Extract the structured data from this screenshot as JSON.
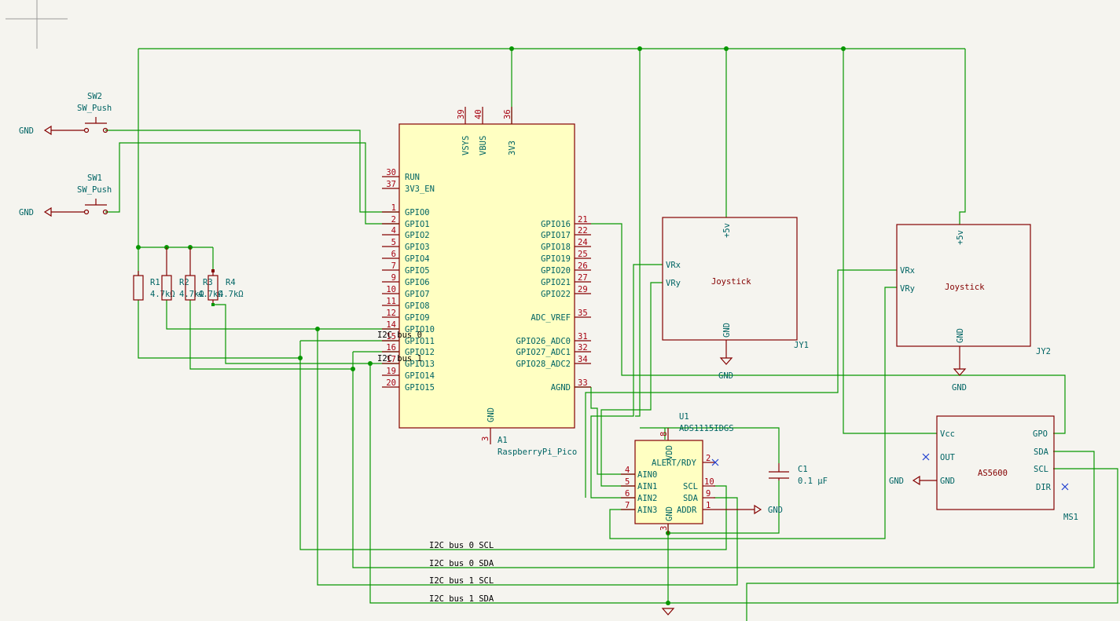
{
  "schematic": {
    "power_symbols": {
      "gnd_label": "GND",
      "vcc_label": "+5v"
    },
    "switches": [
      {
        "ref": "SW2",
        "value": "SW_Push"
      },
      {
        "ref": "SW1",
        "value": "SW_Push"
      }
    ],
    "resistors": [
      {
        "ref": "R1",
        "value": "4.7kΩ"
      },
      {
        "ref": "R2",
        "value": "4.7kΩ"
      },
      {
        "ref": "R3",
        "value": "4.7kΩ"
      },
      {
        "ref": "R4",
        "value": "4.7kΩ"
      }
    ],
    "pico": {
      "ref": "A1",
      "value": "RaspberryPi_Pico",
      "top_pins": [
        {
          "num": "39",
          "name": "VSYS"
        },
        {
          "num": "40",
          "name": "VBUS"
        },
        {
          "num": "36",
          "name": "3V3"
        }
      ],
      "left_pins": [
        {
          "num": "30",
          "name": "RUN"
        },
        {
          "num": "37",
          "name": "3V3_EN"
        },
        {
          "num": "1",
          "name": "GPIO0"
        },
        {
          "num": "2",
          "name": "GPIO1"
        },
        {
          "num": "4",
          "name": "GPIO2"
        },
        {
          "num": "5",
          "name": "GPIO3"
        },
        {
          "num": "6",
          "name": "GPIO4"
        },
        {
          "num": "7",
          "name": "GPIO5"
        },
        {
          "num": "9",
          "name": "GPIO6"
        },
        {
          "num": "10",
          "name": "GPIO7"
        },
        {
          "num": "11",
          "name": "GPIO8"
        },
        {
          "num": "12",
          "name": "GPIO9"
        },
        {
          "num": "14",
          "name": "GPIO10"
        },
        {
          "num": "15",
          "name": "GPIO11"
        },
        {
          "num": "16",
          "name": "GPIO12"
        },
        {
          "num": "17",
          "name": "GPIO13"
        },
        {
          "num": "19",
          "name": "GPIO14"
        },
        {
          "num": "20",
          "name": "GPIO15"
        }
      ],
      "right_pins": [
        {
          "num": "21",
          "name": "GPIO16"
        },
        {
          "num": "22",
          "name": "GPIO17"
        },
        {
          "num": "24",
          "name": "GPIO18"
        },
        {
          "num": "25",
          "name": "GPIO19"
        },
        {
          "num": "26",
          "name": "GPIO20"
        },
        {
          "num": "27",
          "name": "GPIO21"
        },
        {
          "num": "29",
          "name": "GPIO22"
        },
        {
          "num": "35",
          "name": "ADC_VREF"
        },
        {
          "num": "31",
          "name": "GPIO26_ADC0"
        },
        {
          "num": "32",
          "name": "GPIO27_ADC1"
        },
        {
          "num": "34",
          "name": "GPIO28_ADC2"
        },
        {
          "num": "33",
          "name": "AGND"
        }
      ],
      "bottom_pin": {
        "num": "3",
        "name": "GND"
      }
    },
    "joysticks": [
      {
        "ref": "JY1",
        "title": "Joystick",
        "pin_vrx": "VRx",
        "pin_vry": "VRy",
        "pin_vcc": "+5v",
        "pin_gnd": "GND"
      },
      {
        "ref": "JY2",
        "title": "Joystick",
        "pin_vrx": "VRx",
        "pin_vry": "VRy",
        "pin_vcc": "+5v",
        "pin_gnd": "GND"
      }
    ],
    "adc": {
      "ref": "U1",
      "value": "ADS1115IDGS",
      "pins": {
        "vdd": {
          "num": "8",
          "name": "VDD"
        },
        "alert": {
          "num": "2",
          "name": "ALERT/RDY"
        },
        "ain0": {
          "num": "4",
          "name": "AIN0"
        },
        "ain1": {
          "num": "5",
          "name": "AIN1"
        },
        "ain2": {
          "num": "6",
          "name": "AIN2"
        },
        "ain3": {
          "num": "7",
          "name": "AIN3"
        },
        "scl": {
          "num": "10",
          "name": "SCL"
        },
        "sda": {
          "num": "9",
          "name": "SDA"
        },
        "addr": {
          "num": "1",
          "name": "ADDR"
        },
        "gnd": {
          "num": "3",
          "name": "GND"
        }
      }
    },
    "capacitor": {
      "ref": "C1",
      "value": "0.1 µF"
    },
    "sensor": {
      "ref": "MS1",
      "title": "AS5600",
      "pins": {
        "vcc": "Vcc",
        "out": "OUT",
        "gnd": "GND",
        "gpo": "GPO",
        "sda": "SDA",
        "scl": "SCL",
        "dir": "DIR"
      }
    },
    "net_labels": {
      "pico_bus0": "I2C bus 0",
      "pico_bus1": "I2C bus 1",
      "bus0_scl": "I2C bus 0 SCL",
      "bus0_sda": "I2C bus 0 SDA",
      "bus1_scl": "I2C bus 1 SCL",
      "bus1_sda": "I2C bus 1 SDA"
    },
    "colors": {
      "wire": "#079600",
      "symbol": "#840000",
      "ic_fill": "#ffffc2",
      "pin_number": "#a6000f",
      "pin_name": "#006464",
      "no_connect": "#2040d0",
      "background": "#f5f4ef"
    }
  }
}
